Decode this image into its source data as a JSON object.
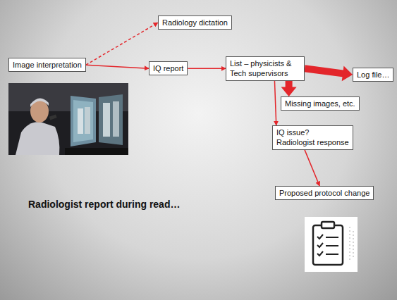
{
  "diagram": {
    "nodes": [
      {
        "text": [
          "Image interpretation"
        ]
      },
      {
        "text": [
          "Radiology dictation"
        ]
      },
      {
        "text": [
          "IQ report"
        ]
      },
      {
        "text": [
          "List – physicists & Tech supervisors"
        ]
      },
      {
        "text": [
          "Log file…"
        ]
      },
      {
        "text": [
          "Missing images, etc."
        ]
      },
      {
        "text": [
          "IQ issue? Radiologist response"
        ]
      },
      {
        "text": [
          "Proposed protocol change"
        ]
      }
    ],
    "edges": [
      {
        "from": 0,
        "to": 1,
        "arrow": "to"
      },
      {
        "from": 0,
        "to": 2,
        "arrow": "to"
      },
      {
        "from": 2,
        "to": 3,
        "arrow": "to"
      },
      {
        "from": 3,
        "to": 4,
        "arrow": "to"
      },
      {
        "from": 3,
        "to": 5,
        "arrow": "to"
      },
      {
        "from": 3,
        "to": 6,
        "arrow": "to"
      },
      {
        "from": 6,
        "to": 7,
        "arrow": "to"
      }
    ],
    "labels": [
      "Radiologist report during read…"
    ]
  }
}
